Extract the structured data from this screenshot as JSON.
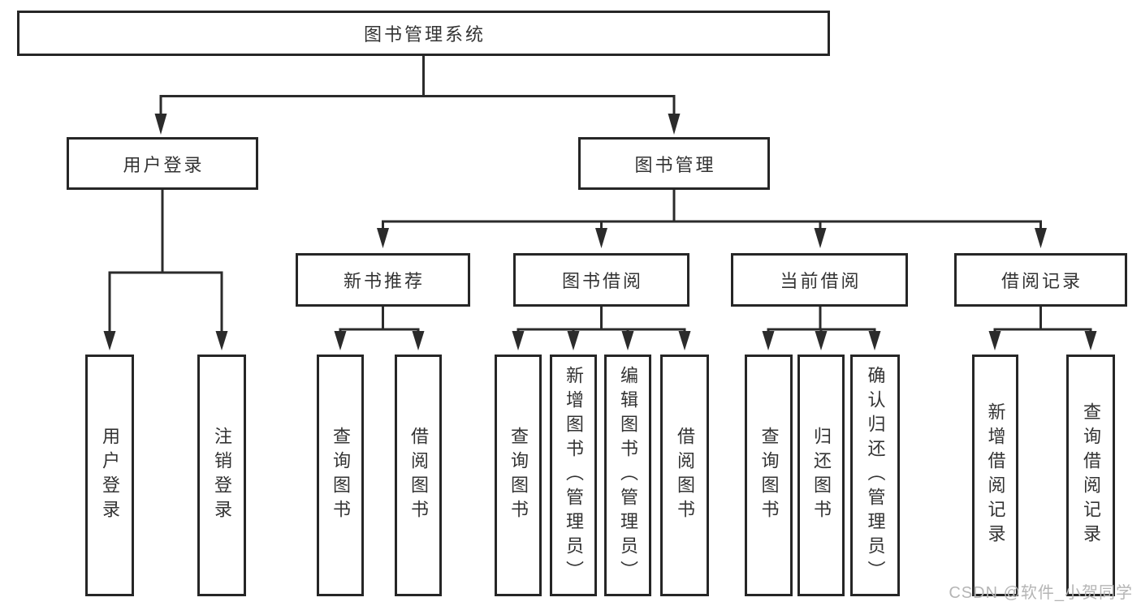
{
  "diagram": {
    "root_label": "图书管理系统",
    "branches": [
      {
        "label": "用户登录",
        "children": [
          {
            "label": "用户登录"
          },
          {
            "label": "注销登录"
          }
        ]
      },
      {
        "label": "图书管理",
        "children": [
          {
            "label": "新书推荐",
            "children": [
              {
                "label": "查询图书"
              },
              {
                "label": "借阅图书"
              }
            ]
          },
          {
            "label": "图书借阅",
            "children": [
              {
                "label": "查询图书"
              },
              {
                "label": "新增图书（管理员）"
              },
              {
                "label": "编辑图书（管理员）"
              },
              {
                "label": "借阅图书"
              }
            ]
          },
          {
            "label": "当前借阅",
            "children": [
              {
                "label": "查询图书"
              },
              {
                "label": "归还图书"
              },
              {
                "label": "确认归还（管理员）"
              }
            ]
          },
          {
            "label": "借阅记录",
            "children": [
              {
                "label": "新增借阅记录"
              },
              {
                "label": "查询借阅记录"
              }
            ]
          }
        ]
      }
    ]
  },
  "watermark": "CSDN @软件_小贺同学",
  "colors": {
    "background": "#ffffff",
    "line": "#2b2b2b",
    "box_border": "#262626",
    "text": "#333333",
    "watermark": "#b5b5b5"
  }
}
